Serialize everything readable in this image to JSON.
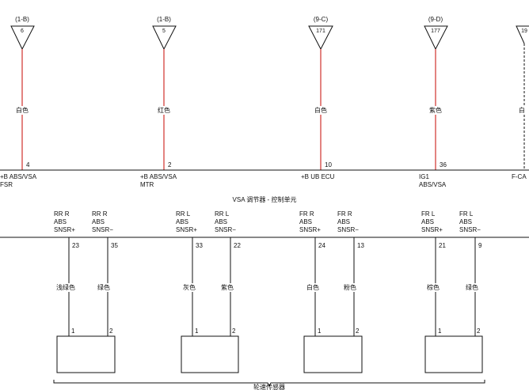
{
  "colors": {
    "wire": "#d0312d",
    "line": "#111111"
  },
  "fuses": [
    {
      "code": "(1-B)",
      "num": "6",
      "wire_color": "白色",
      "pin": "4",
      "label": [
        "+B ABS/VSA",
        "FSR"
      ]
    },
    {
      "code": "(1-B)",
      "num": "5",
      "wire_color": "红色",
      "pin": "2",
      "label": [
        "+B ABS/VSA",
        "MTR"
      ]
    },
    {
      "code": "(9-C)",
      "num": "171",
      "wire_color": "白色",
      "pin": "10",
      "label": [
        "+B UB ECU"
      ]
    },
    {
      "code": "(9-D)",
      "num": "177",
      "wire_color": "紫色",
      "pin": "36",
      "label": [
        "IG1",
        "ABS/VSA"
      ]
    },
    {
      "code": "",
      "num": "19",
      "wire_color": "白",
      "pin": "",
      "label": [
        "F-CA"
      ]
    }
  ],
  "unit_title": "VSA 调节器 - 控制单元",
  "sensors": [
    {
      "a": {
        "label": [
          "RR R",
          "ABS",
          "SNSR+"
        ],
        "pin": "23",
        "color": "浅绿色",
        "cpin": "1"
      },
      "b": {
        "label": [
          "RR R",
          "ABS",
          "SNSR−"
        ],
        "pin": "35",
        "color": "绿色",
        "cpin": "2"
      }
    },
    {
      "a": {
        "label": [
          "RR L",
          "ABS",
          "SNSR+"
        ],
        "pin": "33",
        "color": "灰色",
        "cpin": "1"
      },
      "b": {
        "label": [
          "RR L",
          "ABS",
          "SNSR−"
        ],
        "pin": "22",
        "color": "紫色",
        "cpin": "2"
      }
    },
    {
      "a": {
        "label": [
          "FR R",
          "ABS",
          "SNSR+"
        ],
        "pin": "24",
        "color": "白色",
        "cpin": "1"
      },
      "b": {
        "label": [
          "FR R",
          "ABS",
          "SNSR−"
        ],
        "pin": "13",
        "color": "粉色",
        "cpin": "2"
      }
    },
    {
      "a": {
        "label": [
          "FR L",
          "ABS",
          "SNSR+"
        ],
        "pin": "21",
        "color": "棕色",
        "cpin": "1"
      },
      "b": {
        "label": [
          "FR L",
          "ABS",
          "SNSR−"
        ],
        "pin": "9",
        "color": "绿色",
        "cpin": "2"
      }
    }
  ],
  "bottom_label": "轮速传感器"
}
